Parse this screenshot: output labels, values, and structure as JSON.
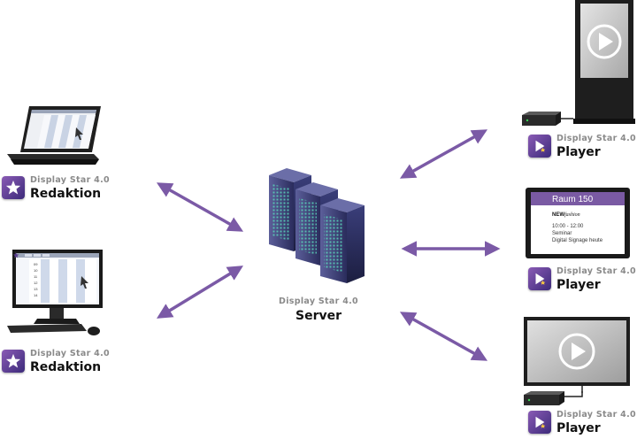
{
  "editors": [
    {
      "product": "Display Star 4.0",
      "role": "Redaktion"
    },
    {
      "product": "Display Star 4.0",
      "role": "Redaktion"
    }
  ],
  "server": {
    "product": "Display Star 4.0",
    "role": "Server"
  },
  "players": [
    {
      "product": "Display Star 4.0",
      "role": "Player"
    },
    {
      "product": "Display Star 4.0",
      "role": "Player"
    },
    {
      "product": "Display Star 4.0",
      "role": "Player"
    }
  ],
  "room_display": {
    "title": "Raum 150",
    "brand": "NEW",
    "brand_script": "fashion",
    "time": "10:00 - 12:00",
    "event": "Seminar",
    "subtitle": "Digital Signage heute"
  },
  "monitor_rows": [
    "09",
    "10",
    "11",
    "12",
    "13",
    "14"
  ],
  "colors": {
    "arrow": "#7b5aa6",
    "logo_light": "#8a5bb5",
    "logo_dark": "#3c2a7a",
    "room_header": "#7a5aa3"
  },
  "icons": [
    "laptop-icon",
    "desktop-icon",
    "server-rack-icon",
    "kiosk-stele-icon",
    "room-display-icon",
    "tv-screen-icon",
    "media-player-box-icon",
    "star-logo-icon",
    "play-icon"
  ]
}
